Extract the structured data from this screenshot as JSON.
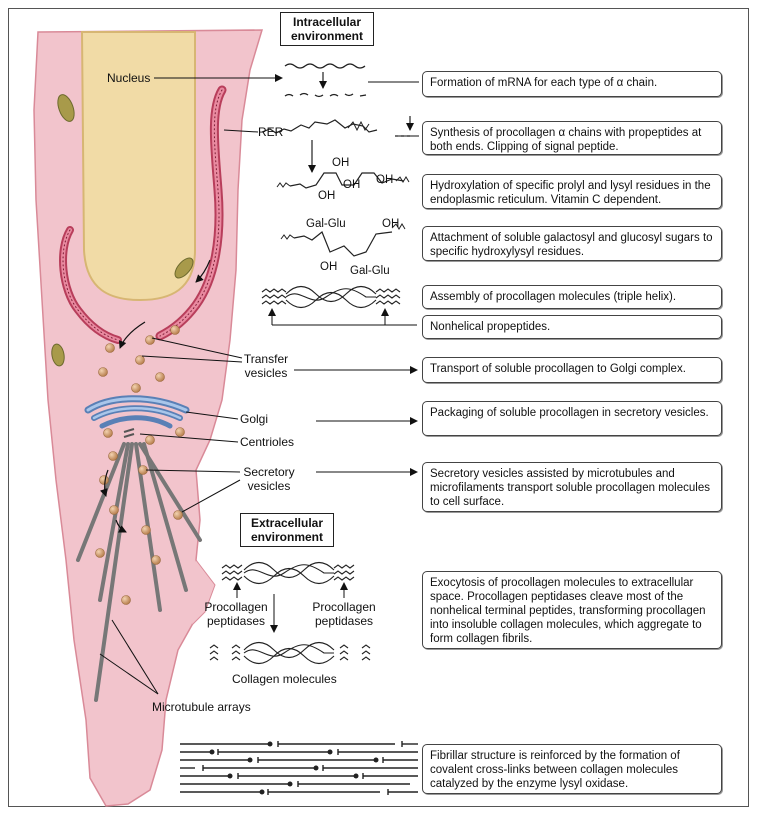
{
  "headers": {
    "intracellular": "Intracellular environment",
    "extracellular": "Extracellular environment"
  },
  "labels": {
    "nucleus": "Nucleus",
    "rer": "RER",
    "transfer_vesicles": "Transfer vesicles",
    "golgi": "Golgi",
    "centrioles": "Centrioles",
    "secretory_vesicles": "Secretory vesicles",
    "procollagen_peptidases_left": "Procollagen peptidases",
    "procollagen_peptidases_right": "Procollagen peptidases",
    "collagen_molecules": "Collagen molecules",
    "microtubule_arrays": "Microtubule arrays"
  },
  "chem": {
    "oh": "OH",
    "gal_glu": "Gal-Glu"
  },
  "steps": [
    "Formation of mRNA for each type of α chain.",
    "Synthesis of procollagen α chains with propeptides at both ends. Clipping of signal peptide.",
    "Hydroxylation of specific prolyl and lysyl residues in the endoplasmic reticulum. Vitamin C dependent.",
    "Attachment of soluble galactosyl and glucosyl sugars to specific hydroxylysyl residues.",
    "Assembly of procollagen molecules (triple helix).",
    "Nonhelical propeptides.",
    "Transport of soluble procollagen to Golgi complex.",
    "Packaging of soluble procollagen in secretory vesicles.",
    "Secretory vesicles assisted by microtubules and microfilaments transport soluble procollagen molecules to cell surface.",
    "Exocytosis of procollagen molecules to extracellular space. Procollagen peptidases cleave most of the nonhelical terminal peptides, transforming procollagen into insoluble collagen molecules, which aggregate to form collagen fibrils.",
    "Fibrillar structure is reinforced by the formation of covalent cross-links between collagen molecules catalyzed by the enzyme lysyl oxidase."
  ],
  "colors": {
    "cell": "#f2c4cc",
    "cell_edge": "#d98a98",
    "nucleus": "#f1dba6",
    "rer": "#d9607a",
    "golgi": "#7da6d6",
    "vesicle": "#c8905e",
    "microtubule": "#777777"
  }
}
